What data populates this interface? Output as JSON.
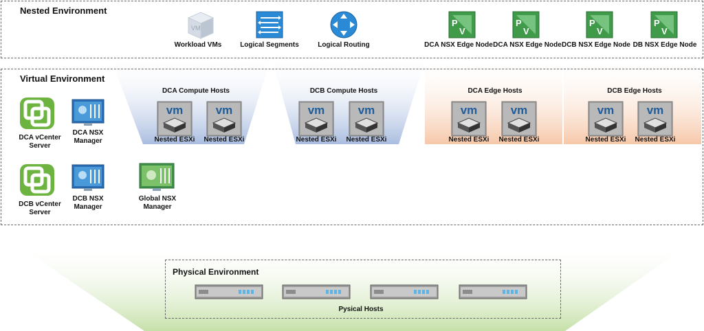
{
  "nested": {
    "title": "Nested Environment",
    "items": [
      {
        "label": "Workload VMs",
        "icon": "vm-cube-icon"
      },
      {
        "label": "Logical Segments",
        "icon": "logical-segments-icon"
      },
      {
        "label": "Logical Routing",
        "icon": "router-icon"
      },
      {
        "label": "DCA NSX Edge Node",
        "icon": "edge-node-icon"
      },
      {
        "label": "DCA NSX Edge Node",
        "icon": "edge-node-icon"
      },
      {
        "label": "DCB NSX Edge Node",
        "icon": "edge-node-icon"
      },
      {
        "label": "DB NSX Edge Node",
        "icon": "edge-node-icon"
      }
    ]
  },
  "virtual": {
    "title": "Virtual Environment",
    "groups": [
      {
        "title": "DCA Compute Hosts",
        "hosts": [
          "Nested ESXi",
          "Nested ESXi"
        ],
        "color": "#a9bde0"
      },
      {
        "title": "DCB Compute Hosts",
        "hosts": [
          "Nested ESXi",
          "Nested ESXi"
        ],
        "color": "#a9bde0"
      },
      {
        "title": "DCA Edge Hosts",
        "hosts": [
          "Nested ESXi",
          "Nested ESXi"
        ],
        "color": "#f6c7a8"
      },
      {
        "title": "DCB Edge Hosts",
        "hosts": [
          "Nested ESXi",
          "Nested ESXi"
        ],
        "color": "#f6c7a8"
      }
    ],
    "vm_badge": "vm",
    "managers": [
      {
        "label": "DCA vCenter Server",
        "icon": "vcenter-icon"
      },
      {
        "label": "DCA NSX Manager",
        "icon": "nsx-manager-icon"
      },
      {
        "label": "DCB vCenter Server",
        "icon": "vcenter-icon"
      },
      {
        "label": "DCB NSX Manager",
        "icon": "nsx-manager-icon"
      },
      {
        "label": "Global NSX Manager",
        "icon": "global-nsx-manager-icon"
      }
    ]
  },
  "physical": {
    "title": "Physical Environment",
    "hosts_label": "Pysical Hosts",
    "host_count": 4,
    "color": "#c5e0a8"
  }
}
